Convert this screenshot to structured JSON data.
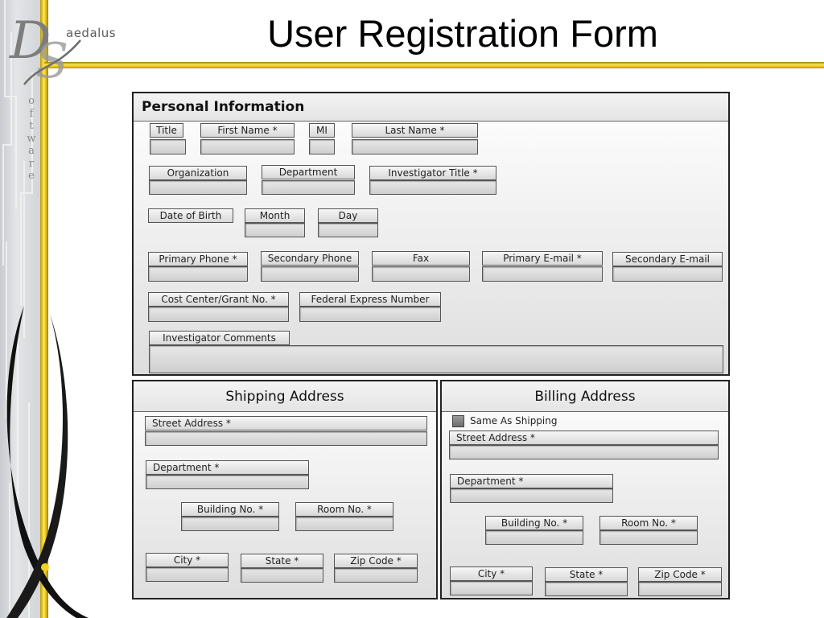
{
  "brand": {
    "name_suffix": "aedalus",
    "vertical_word": [
      "o",
      "f",
      "t",
      "w",
      "a",
      "r",
      "e"
    ]
  },
  "page": {
    "title": "User Registration Form"
  },
  "personal": {
    "title": "Personal Information",
    "fields": {
      "title": "Title",
      "first_name": "First Name *",
      "mi": "MI",
      "last_name": "Last Name *",
      "organization": "Organization",
      "department": "Department",
      "investigator_title": "Investigator Title *",
      "date_of_birth": "Date of Birth",
      "month": "Month",
      "day": "Day",
      "primary_phone": "Primary Phone *",
      "secondary_phone": "Secondary Phone",
      "fax": "Fax",
      "primary_email": "Primary E-mail *",
      "secondary_email": "Secondary E-mail",
      "cost_center": "Cost Center/Grant No. *",
      "fedex": "Federal Express Number",
      "comments": "Investigator Comments"
    }
  },
  "shipping": {
    "title": "Shipping Address",
    "street": "Street Address *",
    "department": "Department *",
    "building": "Building No. *",
    "room": "Room No. *",
    "city": "City *",
    "state": "State *",
    "zip": "Zip Code *"
  },
  "billing": {
    "title": "Billing Address",
    "same_as_shipping": "Same As Shipping",
    "street": "Street Address *",
    "department": "Department *",
    "building": "Building No. *",
    "room": "Room No. *",
    "city": "City *",
    "state": "State *",
    "zip": "Zip Code *"
  },
  "colors": {
    "accent_gold": "#f4d21f",
    "panel_border": "#222222",
    "field_fill": "#d8d8d8"
  }
}
